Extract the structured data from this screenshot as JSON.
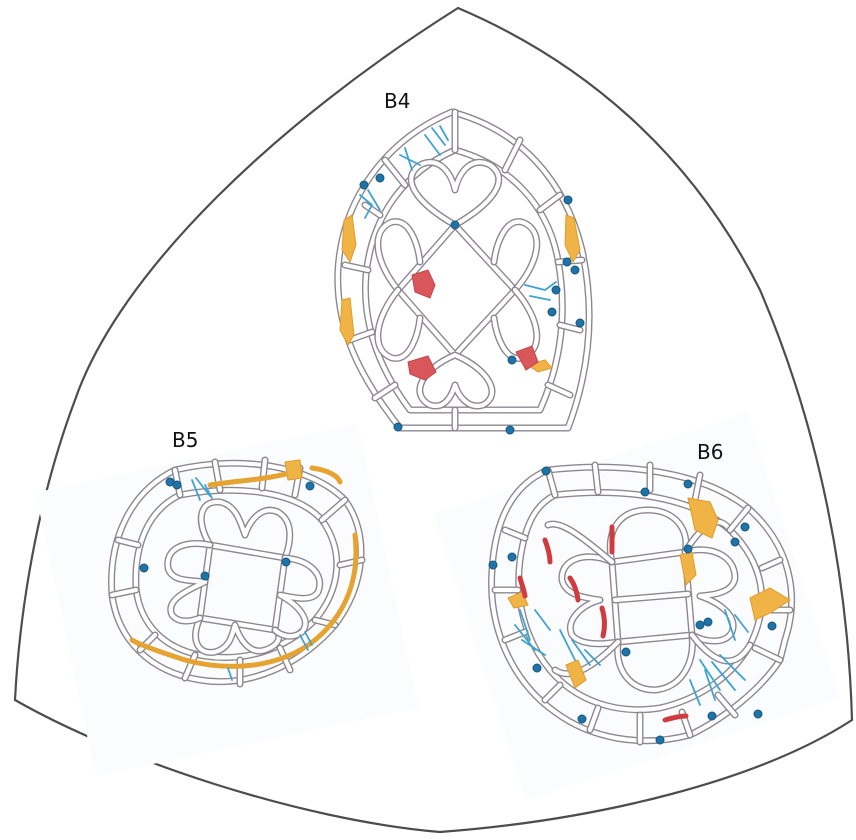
{
  "labels": {
    "b4": "B4",
    "b5": "B5",
    "b6": "B6"
  },
  "colors": {
    "outline": "#555555",
    "tracery": "#8d8890",
    "damage_orange": "#f0b446",
    "damage_red": "#d9565a",
    "cracks_blue": "#3fa3d1",
    "nodes": "#1f73a6"
  }
}
